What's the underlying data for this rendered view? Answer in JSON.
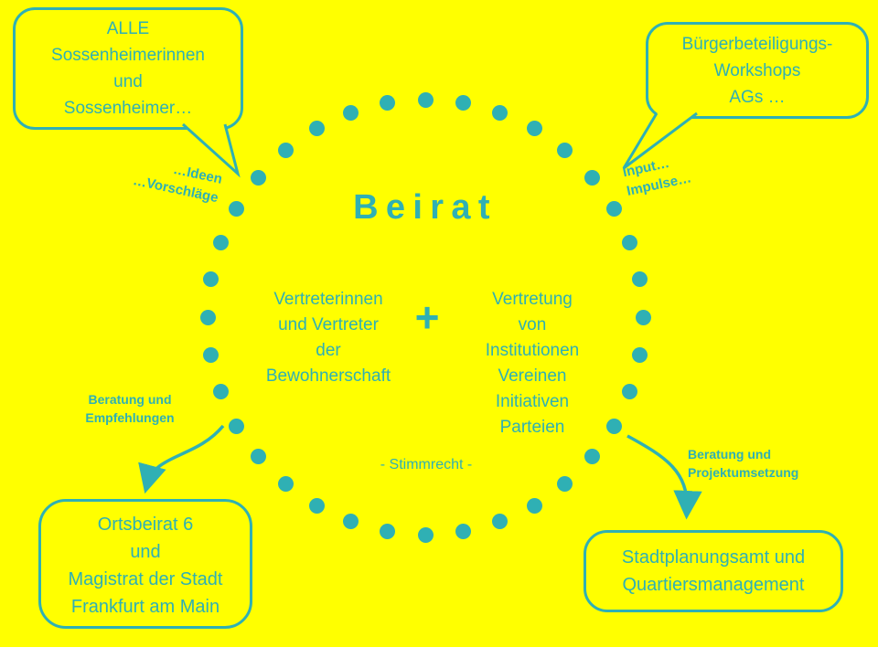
{
  "colors": {
    "background": "#FFFF00",
    "accent": "#2FB0B4"
  },
  "title": "Beirat",
  "circle": {
    "left_member_lines": [
      "Vertreterinnen",
      "und Vertreter",
      "der",
      "Bewohnerschaft"
    ],
    "plus": "+",
    "right_member_lines": [
      "Vertretung",
      "von",
      "Institutionen",
      "Vereinen",
      "Initiativen",
      "Parteien"
    ],
    "voting_note": "- Stimmrecht -"
  },
  "bubbles": {
    "top_left_lines": [
      "ALLE",
      "Sossenheimerinnen",
      "und",
      "Sossenheimer…"
    ],
    "top_right_lines": [
      "Bürgerbeteiligungs-",
      "Workshops",
      "AGs …"
    ],
    "bottom_left_lines": [
      "Ortsbeirat 6",
      "und",
      "Magistrat der Stadt",
      "Frankfurt am Main"
    ],
    "bottom_right_lines": [
      "Stadtplanungsamt und",
      "Quartiersmanagement"
    ]
  },
  "flow_labels": {
    "ideas_lines": [
      "…Ideen",
      "…Vorschläge"
    ],
    "input_lines": [
      "Input…",
      "Impulse…"
    ],
    "advice_left_lines": [
      "Beratung und",
      "Empfehlungen"
    ],
    "advice_right_lines": [
      "Beratung und",
      "Projektumsetzung"
    ]
  }
}
